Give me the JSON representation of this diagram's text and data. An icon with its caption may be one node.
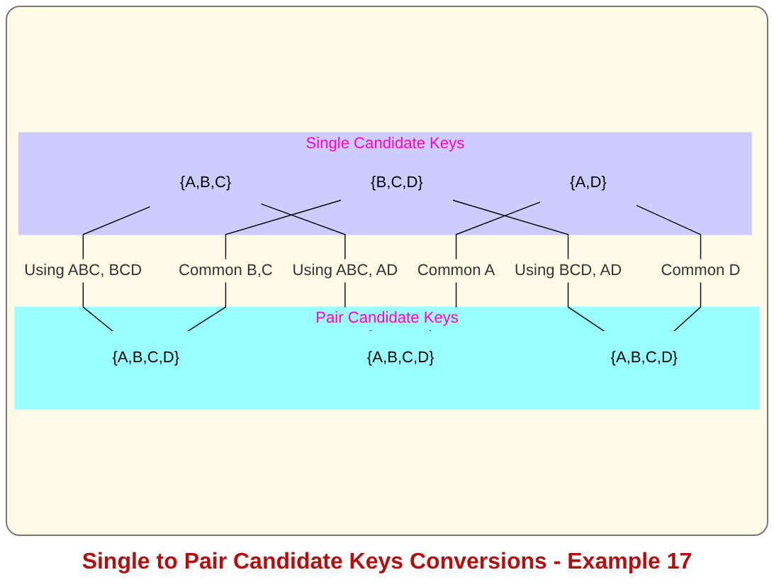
{
  "diagram": {
    "caption": "Single to Pair Candidate Keys Conversions - Example 17",
    "nodes": [
      {
        "text": [
          "Single Candidate Keys"
        ]
      },
      {
        "text": [
          "{A,B,C}"
        ],
        "in": 0
      },
      {
        "text": [
          "{B,C,D}"
        ],
        "in": 0
      },
      {
        "text": [
          "{A,D}"
        ],
        "in": 0
      },
      {
        "text": [
          "Pair Candidate Keys"
        ]
      },
      {
        "text": [
          "{A,B,C,D}"
        ],
        "in": 4
      },
      {
        "text": [
          "{A,B,C,D}"
        ],
        "in": 4
      },
      {
        "text": [
          "{A,B,C,D}"
        ],
        "in": 4
      }
    ],
    "edges": [
      {
        "from": 1,
        "to": 5,
        "arrow": "none",
        "label": "Using ABC, BCD"
      },
      {
        "from": 2,
        "to": 5,
        "arrow": "none",
        "label": "Common B,C"
      },
      {
        "from": 1,
        "to": 6,
        "arrow": "none",
        "label": "Using ABC, AD"
      },
      {
        "from": 3,
        "to": 6,
        "arrow": "none",
        "label": "Common A"
      },
      {
        "from": 2,
        "to": 7,
        "arrow": "none",
        "label": "Using BCD, AD"
      },
      {
        "from": 3,
        "to": 7,
        "arrow": "none",
        "label": "Common D"
      }
    ]
  }
}
